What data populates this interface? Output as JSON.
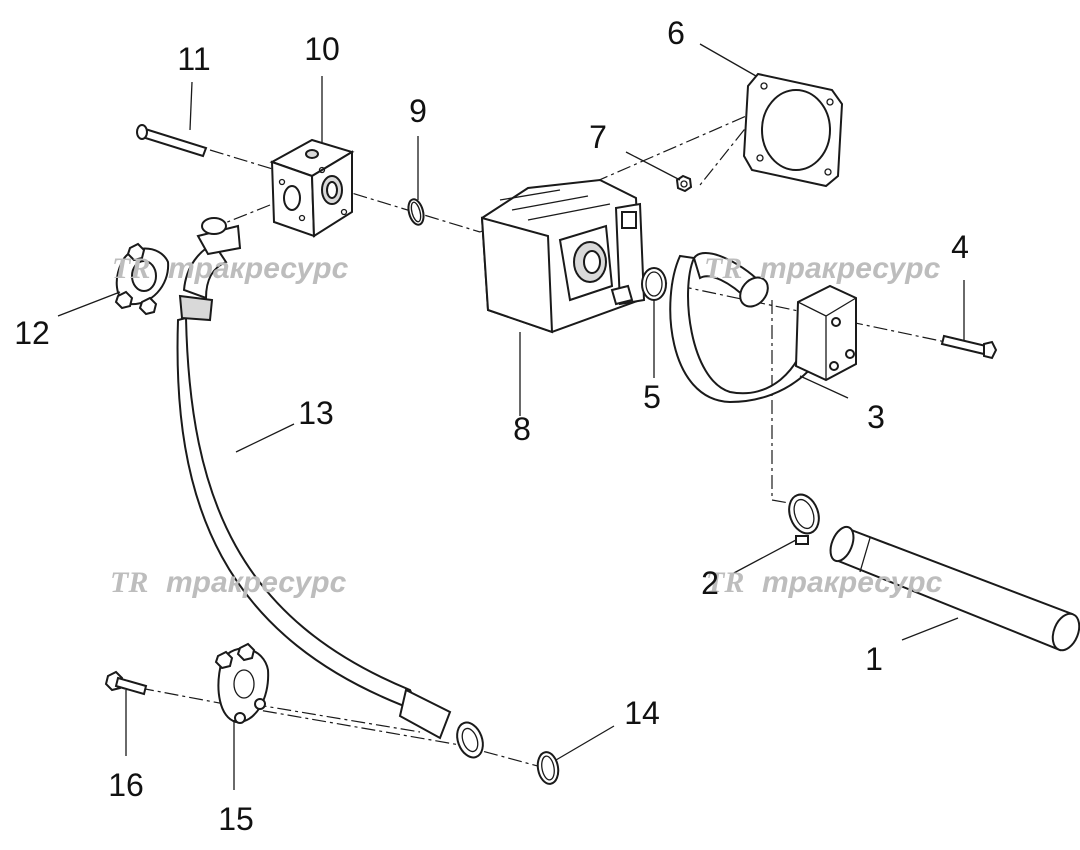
{
  "callouts": {
    "c1": "1",
    "c2": "2",
    "c3": "3",
    "c4": "4",
    "c5": "5",
    "c6": "6",
    "c7": "7",
    "c8": "8",
    "c9": "9",
    "c10": "10",
    "c11": "11",
    "c12": "12",
    "c13": "13",
    "c14": "14",
    "c15": "15",
    "c16": "16"
  },
  "watermark": {
    "logo": "TR",
    "text": "тракресурс"
  }
}
